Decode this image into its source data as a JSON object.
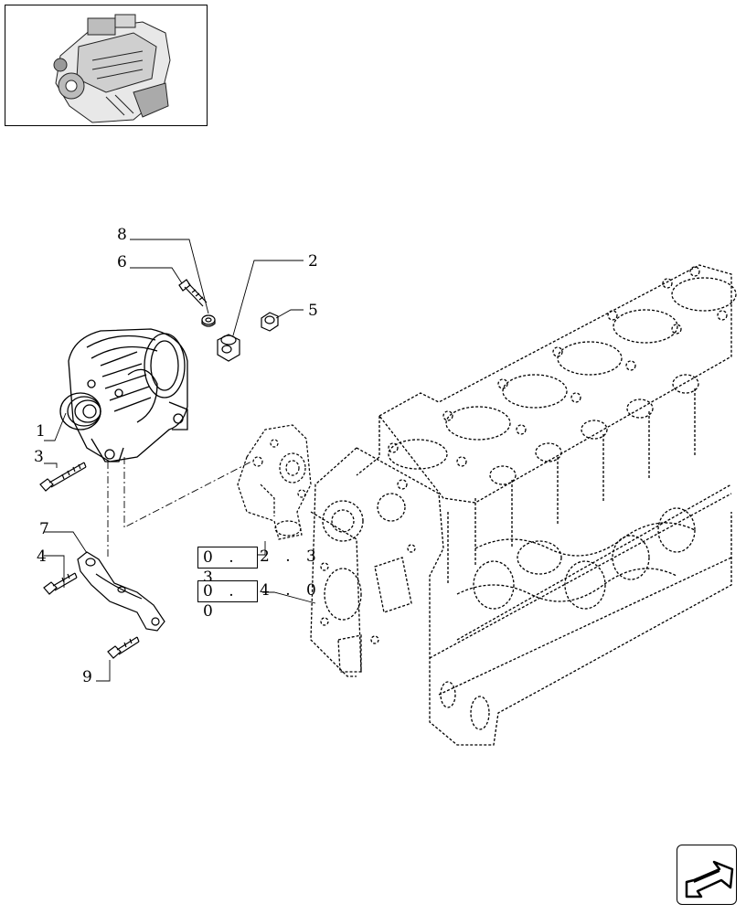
{
  "thumbnail": {
    "icon": "engine-overview-icon"
  },
  "callouts": {
    "c1": "1",
    "c2": "2",
    "c3": "3",
    "c4": "4",
    "c5": "5",
    "c6": "6",
    "c7": "7",
    "c8": "8",
    "c9": "9"
  },
  "references": [
    {
      "boxed": "0 . 3",
      "rest": "2 . 3"
    },
    {
      "boxed": "0 . 0",
      "rest": "4 . 0"
    }
  ],
  "navigation": {
    "icon": "next-page-arrow-icon"
  }
}
